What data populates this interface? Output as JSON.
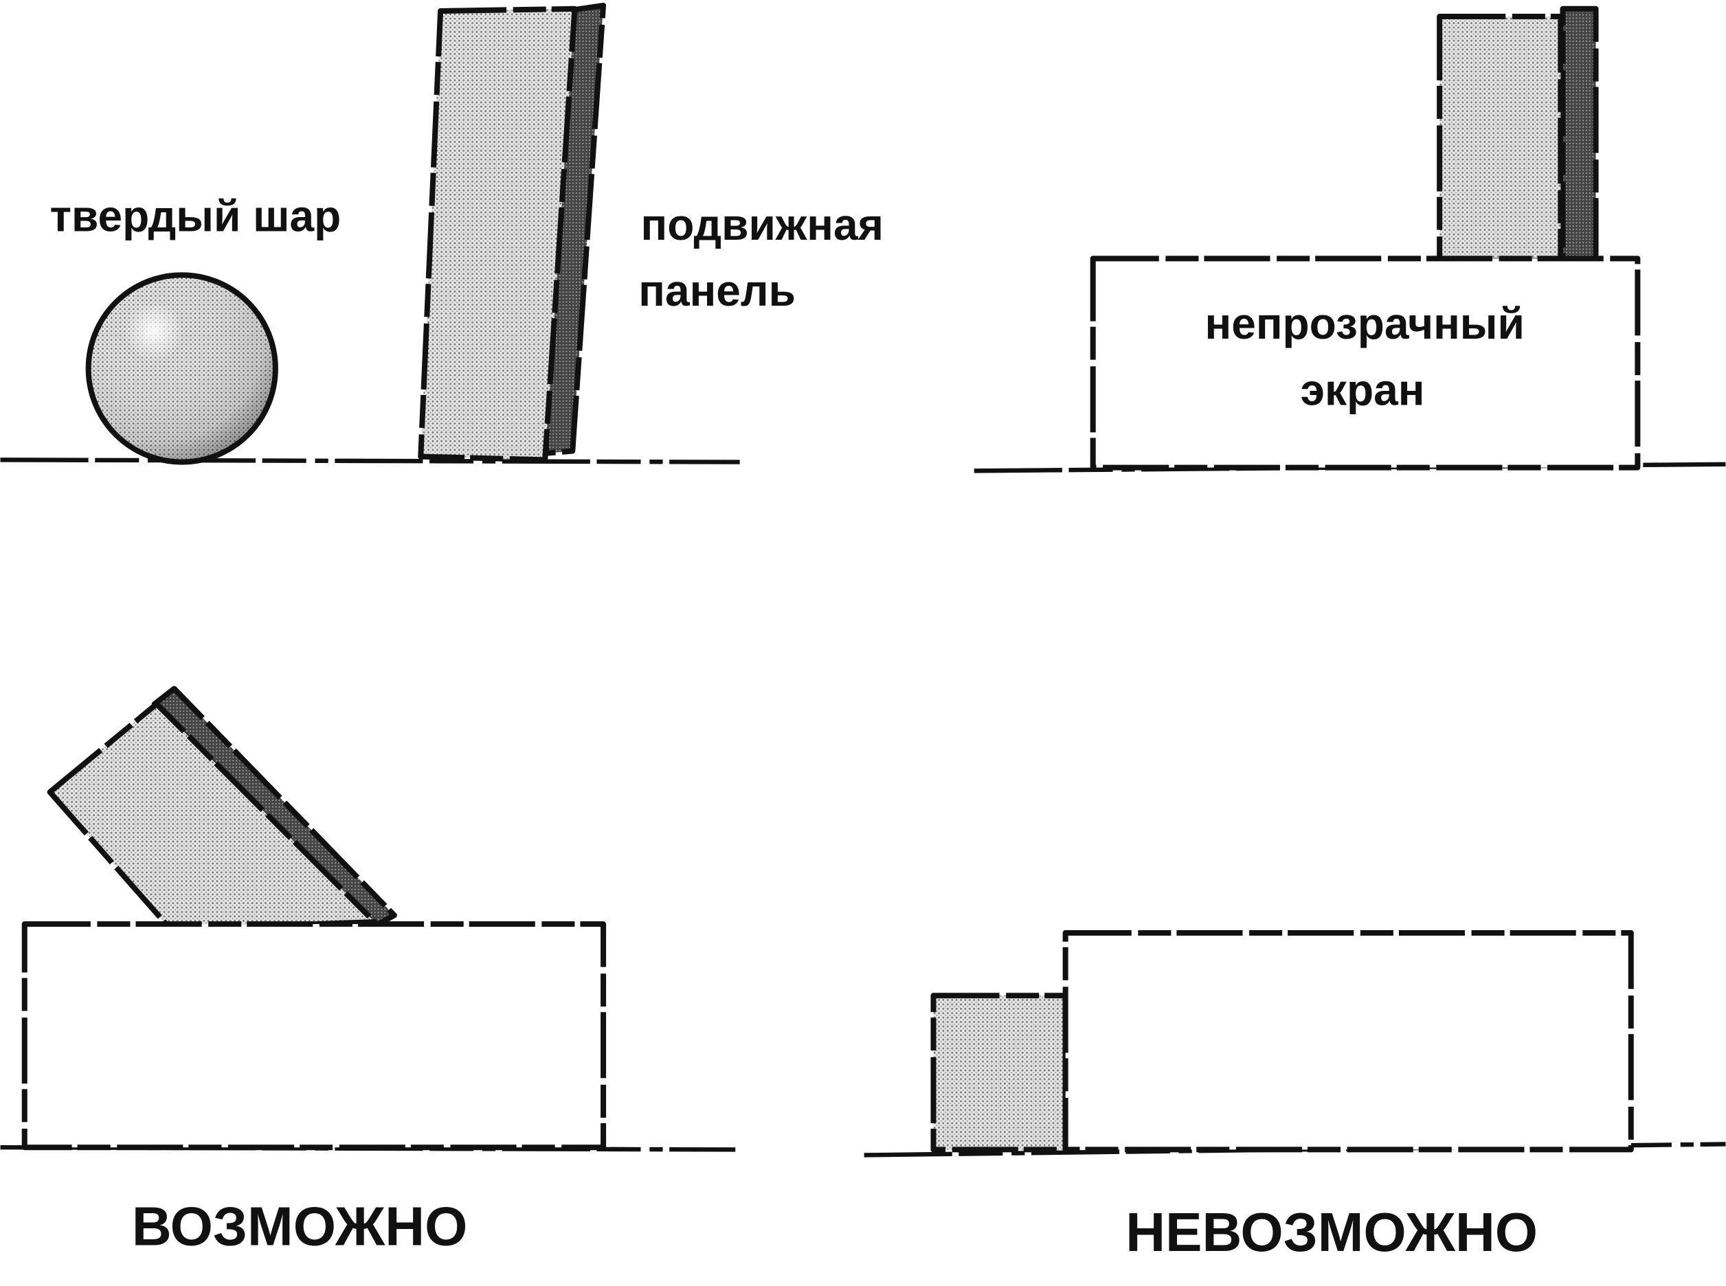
{
  "labels": {
    "ball": "твердый шар",
    "panel_line1": "подвижная",
    "panel_line2": "панель",
    "screen_line1": "непрозрачный",
    "screen_line2": "экран",
    "possible": "ВОЗМОЖНО",
    "impossible": "НЕВОЗМОЖНО"
  },
  "colors": {
    "ink": "#111111",
    "light_fill": "#c8c8c8",
    "dark_fill": "#555555"
  }
}
